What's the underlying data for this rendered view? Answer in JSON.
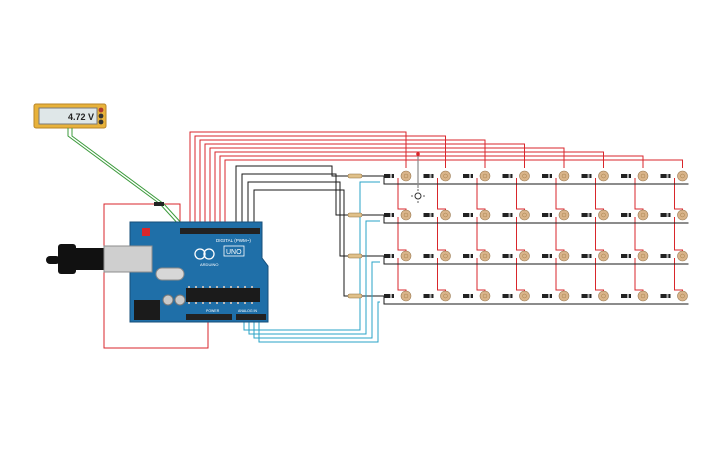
{
  "multimeter": {
    "reading": "4.72 V"
  },
  "arduino": {
    "brand": "ARDUINO",
    "model": "UNO",
    "digital_label": "DIGITAL (PWM~)",
    "power_label": "POWER",
    "analog_label": "ANALOG IN"
  },
  "matrix": {
    "rows": 4,
    "columns": 8,
    "led_color": "#d9b48a",
    "row_resistor_color": "#e0c18a"
  },
  "colors": {
    "wire_red": "#d9262b",
    "wire_black": "#1a1a1a",
    "wire_blue": "#2aa3c7",
    "wire_green": "#3c9b3c",
    "board_blue": "#1f6fa8",
    "multimeter_body": "#e8b23a"
  }
}
